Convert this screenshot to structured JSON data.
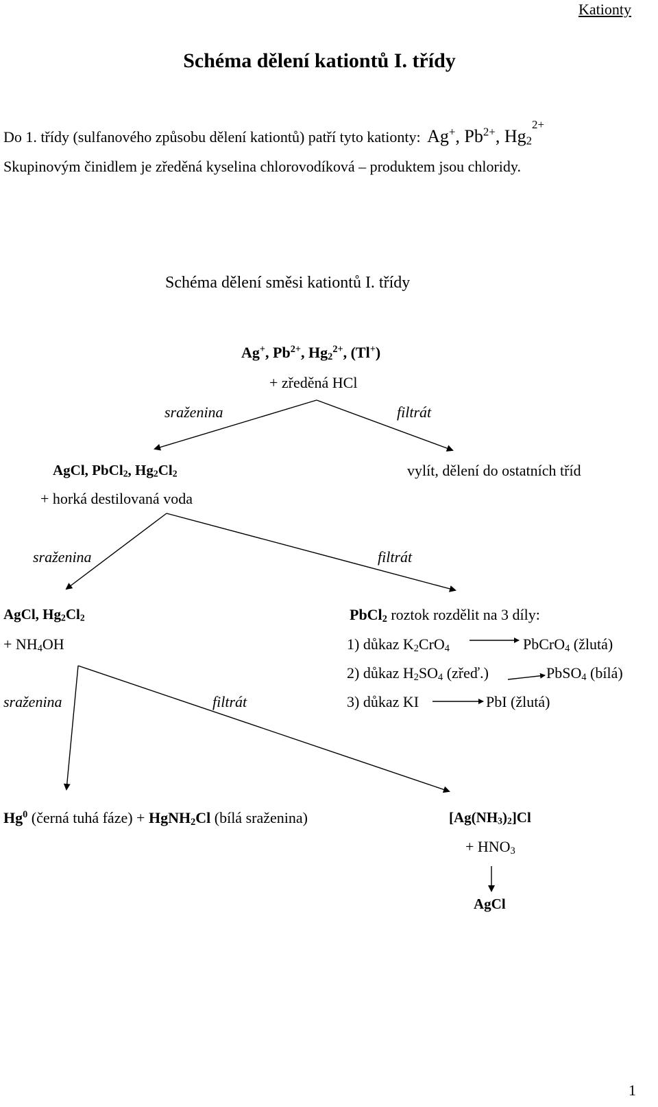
{
  "header": {
    "text": "Kationty"
  },
  "title": "Schéma dělení kationtů I. třídy",
  "intro": {
    "line1_text": "Do 1. třídy (sulfanového způsobu dělení kationtů) patří tyto kationty:",
    "cation_ag": "Ag",
    "charge_plus": "+",
    "cation_pb": "Pb",
    "charge_2plus": "2+",
    "cation_hg": "Hg",
    "sub_2": "2",
    "comma": ",",
    "line2": "Skupinovým činidlem je zředěná kyselina chlorovodíková – produktem jsou chloridy."
  },
  "scheme": {
    "title": "Schéma dělení směsi kationtů I. třídy",
    "start": {
      "ag": "Ag",
      "plus": "+",
      "pb": "Pb",
      "two_plus": "2+",
      "hg": "Hg",
      "two": "2",
      "tl_open": "(Tl",
      "tl_close": ")",
      "sep": ", "
    },
    "reagent1": "+ zředěná HCl",
    "precipitate_label": "sraženina",
    "filtrate_label": "filtrát",
    "step1_left": {
      "a": "AgCl, PbCl",
      "b": ", Hg",
      "c": "Cl",
      "two": "2"
    },
    "step1_right": "vylít, dělení do ostatních tříd",
    "reagent2": "+ horká destilovaná voda",
    "step2_left": {
      "a": "AgCl, Hg",
      "b": "Cl",
      "two": "2"
    },
    "reagent3": {
      "a": "+ NH",
      "four": "4",
      "b": "OH"
    },
    "pbcl2": {
      "a": "PbCl",
      "two": "2",
      "rest": " roztok rozdělit na 3 díly:"
    },
    "tests": [
      {
        "a": "1) důkaz K",
        "s1": "2",
        "b": "CrO",
        "s2": "4",
        "result_a": "PbCrO",
        "result_s": "4",
        "result_b": " (žlutá)"
      },
      {
        "a": "2) důkaz H",
        "s1": "2",
        "b": "SO",
        "s2": "4",
        "c": " (zřeď.)",
        "result_a": "PbSO",
        "result_s": "4",
        "result_b": " (bílá)"
      },
      {
        "a": "3) důkaz KI",
        "result": "PbI (žlutá)"
      }
    ],
    "final_left": {
      "hg": "Hg",
      "zero": "0",
      "t1": " (černá tuhá fáze) + ",
      "hgnh": "HgNH",
      "two": "2",
      "cl": "Cl",
      "t2": " (bílá sraženina)"
    },
    "final_right": {
      "a": "[Ag(NH",
      "three": "3",
      "b": ")",
      "two": "2",
      "c": "]Cl"
    },
    "reagent4": {
      "a": "+ HNO",
      "three": "3"
    },
    "final_product": "AgCl"
  },
  "page_number": "1"
}
